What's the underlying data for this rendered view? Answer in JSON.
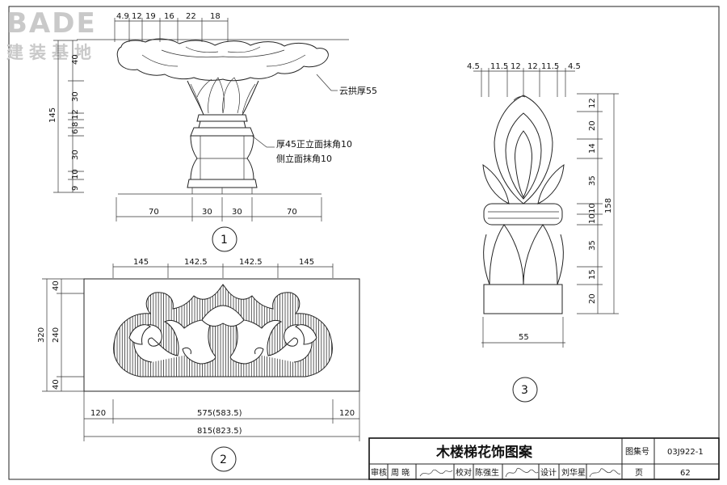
{
  "watermark": {
    "brand": "BADE",
    "subtitle": "建装基地"
  },
  "detail1": {
    "marker": "1",
    "note_top": "云拱厚55",
    "note_mid1": "厚45正立面抹角10",
    "note_mid2": "侧立面抹角10",
    "top_dims": [
      "4.9",
      "12",
      "19",
      "16",
      "22",
      "18"
    ],
    "left_dims": [
      "40",
      "145",
      "30",
      "12",
      "8",
      "6",
      "30",
      "10",
      "9"
    ],
    "bottom_dims": [
      "70",
      "30",
      "30",
      "70"
    ]
  },
  "detail2": {
    "marker": "2",
    "top_dims": [
      "145",
      "142.5",
      "142.5",
      "145"
    ],
    "left_total": "320",
    "left_dims": [
      "40",
      "240",
      "40"
    ],
    "bottom_dims": [
      "120",
      "575(583.5)",
      "120"
    ],
    "bottom_total": "815(823.5)"
  },
  "detail3": {
    "marker": "3",
    "top_dims": [
      "4.5",
      "11.5",
      "12",
      "12",
      "11.5",
      "4.5"
    ],
    "right_dims": [
      "12",
      "20",
      "14",
      "35",
      "10",
      "10",
      "35",
      "15",
      "20"
    ],
    "right_total": "158",
    "bottom_dim": "55"
  },
  "title_block": {
    "title": "木楼梯花饰图案",
    "atlas_label": "图集号",
    "atlas_no": "03J922-1",
    "review_label": "审核",
    "review_name": "周 晓",
    "review_sig": "周晓",
    "check_label": "校对",
    "check_name": "陈强生",
    "check_sig": "陈强生",
    "design_label": "设计",
    "design_name": "刘华星",
    "design_sig": "刘华星",
    "page_label": "页",
    "page_no": "62"
  }
}
